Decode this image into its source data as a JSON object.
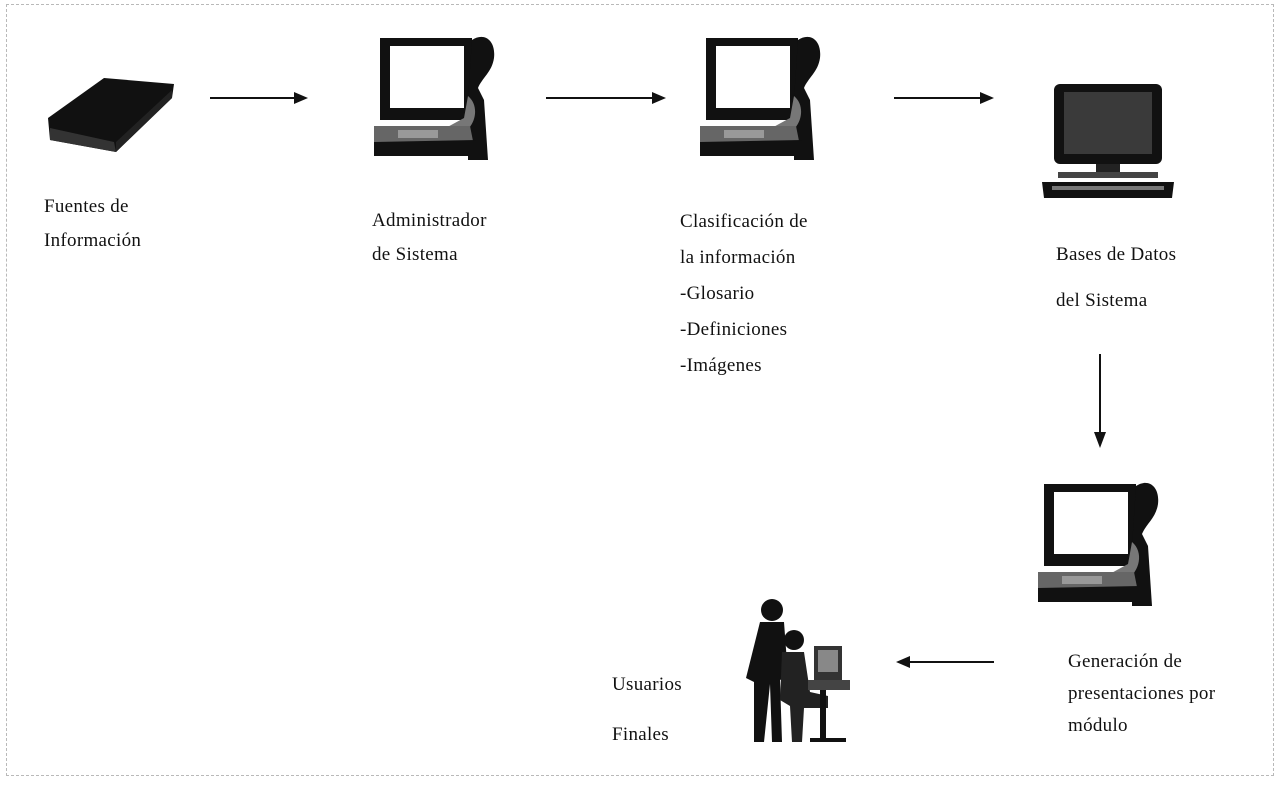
{
  "nodes": {
    "sources": {
      "lines": [
        "Fuentes de",
        "Información"
      ],
      "icon": "book-icon"
    },
    "admin": {
      "lines": [
        "Administrador",
        "de Sistema"
      ],
      "icon": "computer-user-icon"
    },
    "classification": {
      "lines": [
        "Clasificación de",
        "la información",
        "-Glosario",
        "-Definiciones",
        "-Imágenes"
      ],
      "icon": "computer-user-icon"
    },
    "database": {
      "lines": [
        "Bases de Datos",
        "del Sistema"
      ],
      "icon": "desktop-computer-icon"
    },
    "presentations": {
      "lines": [
        "Generación de",
        "presentaciones por",
        "módulo"
      ],
      "icon": "computer-user-icon"
    },
    "users": {
      "lines": [
        "Usuarios",
        "Finales"
      ],
      "icon": "office-users-icon"
    }
  },
  "colors": {
    "ink": "#111111",
    "screen": "#ffffff",
    "shade": "#555555"
  }
}
